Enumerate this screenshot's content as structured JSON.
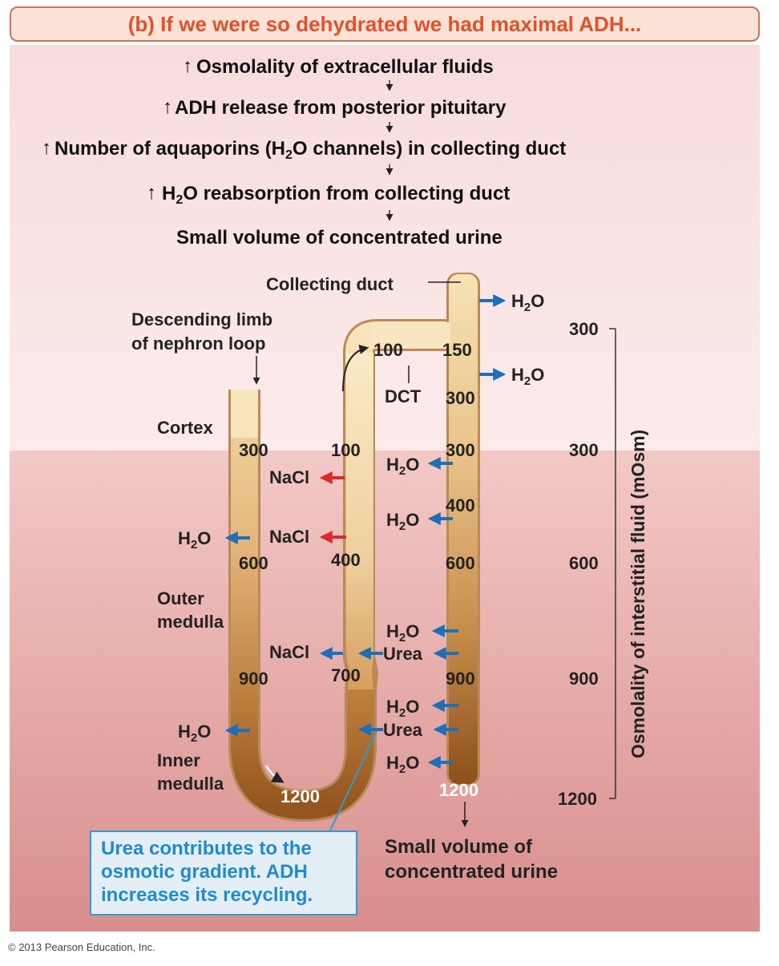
{
  "title": "(b) If we were so dehydrated we had maximal ADH...",
  "steps": [
    "Osmolality of extracellular fluids",
    "ADH release from posterior pituitary",
    "Number of aquaporins (H2O channels) in collecting duct",
    "H2O reabsorption from collecting duct",
    "Small volume of concentrated urine"
  ],
  "labels": {
    "collecting_duct": "Collecting duct",
    "descending_limb_1": "Descending limb",
    "descending_limb_2": "of nephron loop",
    "dct": "DCT",
    "cortex": "Cortex",
    "outer_medulla_1": "Outer",
    "outer_medulla_2": "medulla",
    "inner_medulla_1": "Inner",
    "inner_medulla_2": "medulla",
    "urine_1": "Small volume of",
    "urine_2": "concentrated urine",
    "y_axis": "Osmolality of interstitial fluid (mOsm)"
  },
  "substances": {
    "water": "H2O",
    "nacl": "NaCl",
    "urea": "Urea"
  },
  "tubule_values": {
    "dct_entry": "100",
    "duct_top": "150",
    "duct_300a": "300",
    "duct_300b": "300",
    "duct_400": "400",
    "duct_600": "600",
    "duct_900": "900",
    "duct_1200": "1200",
    "desc_300": "300",
    "desc_600": "600",
    "desc_900": "900",
    "loop_1200": "1200",
    "asc_100": "100",
    "asc_400": "400",
    "asc_700": "700"
  },
  "scale_ticks": [
    "300",
    "300",
    "600",
    "900",
    "1200"
  ],
  "callout": [
    "Urea contributes to the",
    "osmotic gradient. ADH",
    "increases its recycling."
  ],
  "credit": "© 2013 Pearson Education, Inc.",
  "colors": {
    "title_text": "#e0512b",
    "cortex_bg": "#fbe6e6",
    "medulla_bg": "#e7aaaa",
    "water_arrow": "#1f6fb8",
    "nacl_arrow": "#d92b2b",
    "callout_text": "#1f8ccd"
  }
}
